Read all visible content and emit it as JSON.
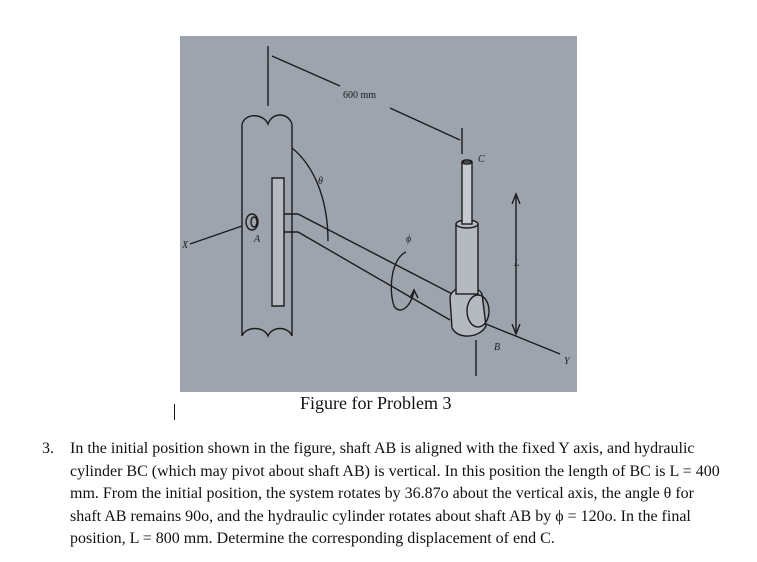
{
  "figure": {
    "labels": {
      "dimension": "600 mm",
      "angle_theta": "θ",
      "angle_phi": "ϕ",
      "point_a": "A",
      "point_b": "B",
      "point_c": "C",
      "length_l": "L",
      "axis_x": "X",
      "axis_y": "Y"
    },
    "colors": {
      "photo_background": "#9ea4ad",
      "line_art": "#1c1c1e",
      "part_fill": "#b5bac1"
    }
  },
  "caption": "Figure for Problem 3",
  "problem": {
    "number": "3.",
    "text": "In the initial position shown in the figure, shaft AB is aligned with the fixed Y axis, and hydraulic\ncylinder BC (which may pivot about shaft AB) is vertical. In this position the length of BC is L = 400\nmm. From the initial position, the system rotates by 36.87o about the vertical axis, the angle θ  for\nshaft AB remains 90o, and the hydraulic cylinder rotates about shaft AB by ϕ  = 120o. In the final\nposition, L = 800 mm. Determine the corresponding displacement of end C."
  }
}
